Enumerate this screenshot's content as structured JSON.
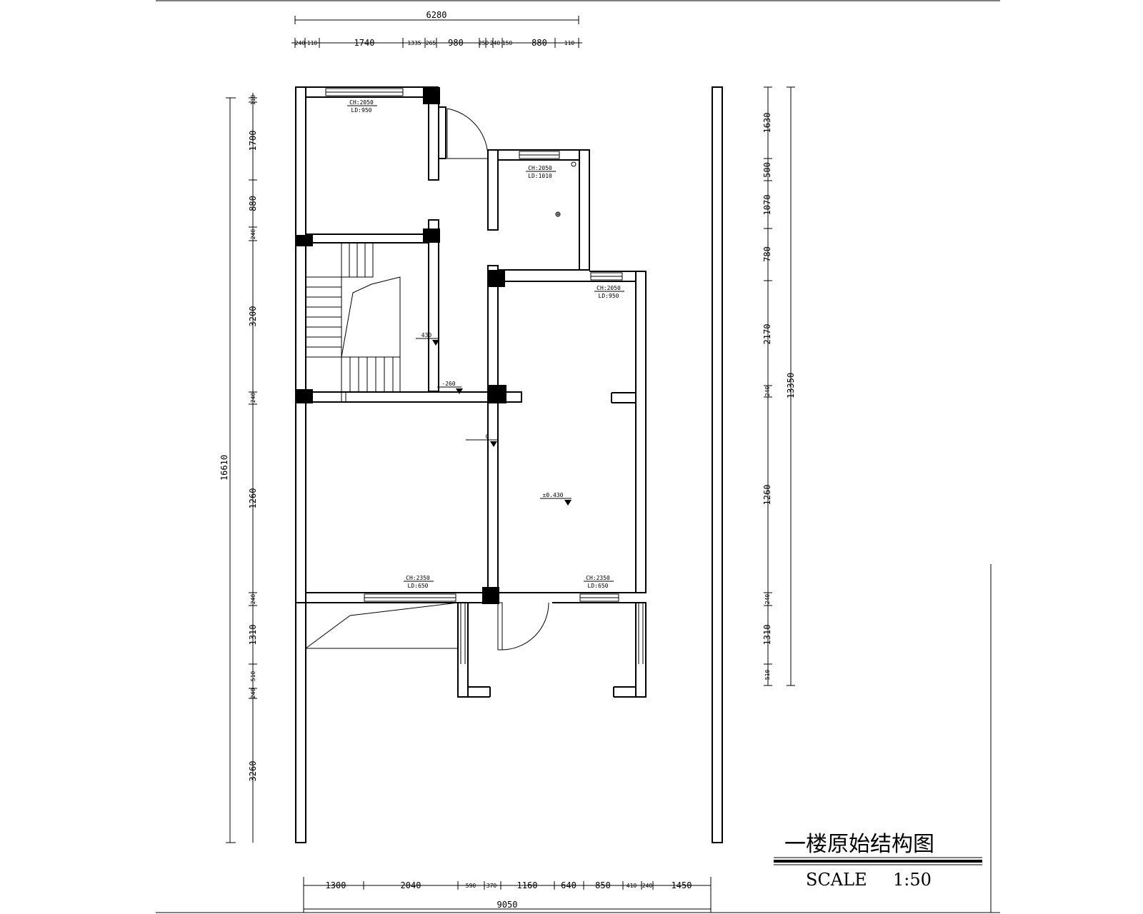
{
  "drawing": {
    "title": "一楼原始结构图",
    "scale_label": "SCALE",
    "scale_value": "1:50"
  },
  "dimensions": {
    "top_total": "6280",
    "top_segments": [
      "240",
      "110",
      "1740",
      "1335",
      "265",
      "980",
      "250",
      "240",
      "150",
      "880",
      "110"
    ],
    "bottom_total": "9050",
    "bottom_segments": [
      "1300",
      "2040",
      "590",
      "370",
      "1160",
      "640",
      "850",
      "410",
      "240",
      "1450"
    ],
    "left_total": "16610",
    "left_segments": [
      "110",
      "1700",
      "880",
      "240",
      "3200",
      "240",
      "1260",
      "240",
      "1310",
      "510",
      "240",
      "3260"
    ],
    "right_total": "13350",
    "right_segments": [
      "1630",
      "500",
      "1070",
      "780",
      "2170",
      "240",
      "1260",
      "240",
      "1310",
      "510"
    ]
  },
  "annotations": {
    "window_top_left_ch": "CH:2050",
    "window_top_left_ld": "LD:950",
    "window_kitchen_ch": "CH:2050",
    "window_kitchen_ld": "LD:1010",
    "window_right_ch": "CH:2050",
    "window_right_ld": "LD:950",
    "window_bottom_left_ch": "CH:2350",
    "window_bottom_left_ld": "LD:650",
    "window_bottom_right_ch": "CH:2350",
    "window_bottom_right_ld": "LD:650",
    "level_stair": "430",
    "level_corridor": "-260",
    "level_room": "0",
    "level_living": "±0.430"
  }
}
